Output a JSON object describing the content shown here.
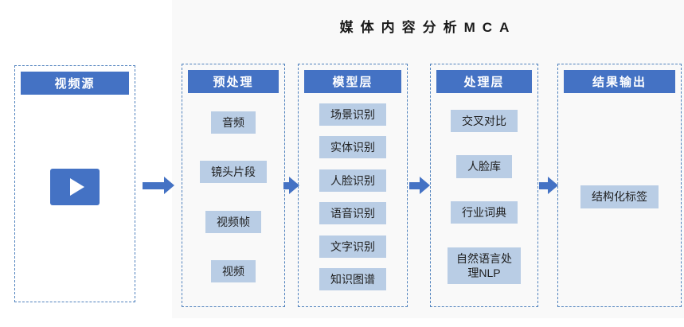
{
  "title": "媒体内容分析MCA",
  "columns": [
    {
      "header": "视频源",
      "items": []
    },
    {
      "header": "预处理",
      "items": [
        "音频",
        "镜头片段",
        "视频帧",
        "视频"
      ]
    },
    {
      "header": "模型层",
      "items": [
        "场景识别",
        "实体识别",
        "人脸识别",
        "语音识别",
        "文字识别",
        "知识图谱"
      ]
    },
    {
      "header": "处理层",
      "items": [
        "交叉对比",
        "人脸库",
        "行业词典",
        "自然语言处理NLP"
      ]
    },
    {
      "header": "结果输出",
      "items": [
        "结构化标签"
      ]
    }
  ],
  "icons": {
    "play": "play-icon",
    "arrow": "arrow-right-icon"
  },
  "colors": {
    "accent_blue": "#4472c4",
    "item_fill": "#b9cde5",
    "dashed_border": "#4f81bd",
    "panel_bg": "#f9f9f9",
    "header_text": "#ffffff",
    "item_text": "#1f1f1f"
  }
}
